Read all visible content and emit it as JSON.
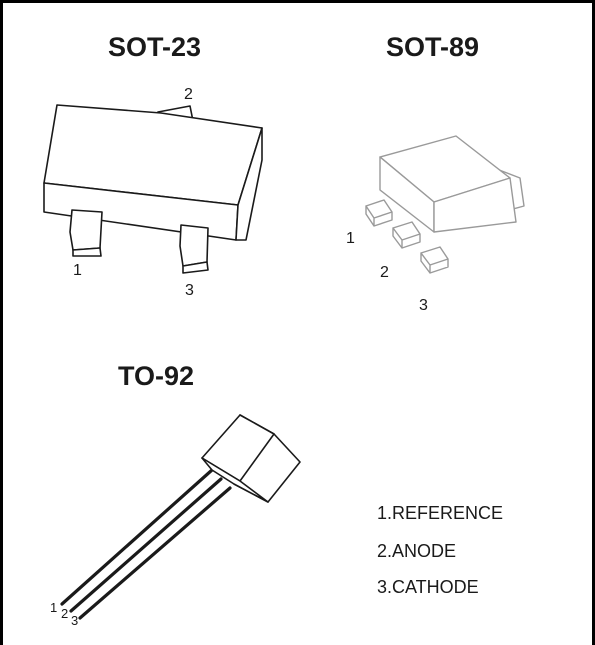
{
  "packages": {
    "sot23": {
      "title": "SOT-23",
      "pins": [
        "1",
        "2",
        "3"
      ]
    },
    "sot89": {
      "title": "SOT-89",
      "pins": [
        "1",
        "2",
        "3"
      ]
    },
    "to92": {
      "title": "TO-92",
      "pins": [
        "1",
        "2",
        "3"
      ]
    }
  },
  "pin_legend": [
    "1.REFERENCE",
    "2.ANODE",
    "3.CATHODE"
  ],
  "colors": {
    "outline": "#1a1a1a",
    "light_outline": "#9a9a9a",
    "border": "#000000",
    "background": "#ffffff"
  }
}
